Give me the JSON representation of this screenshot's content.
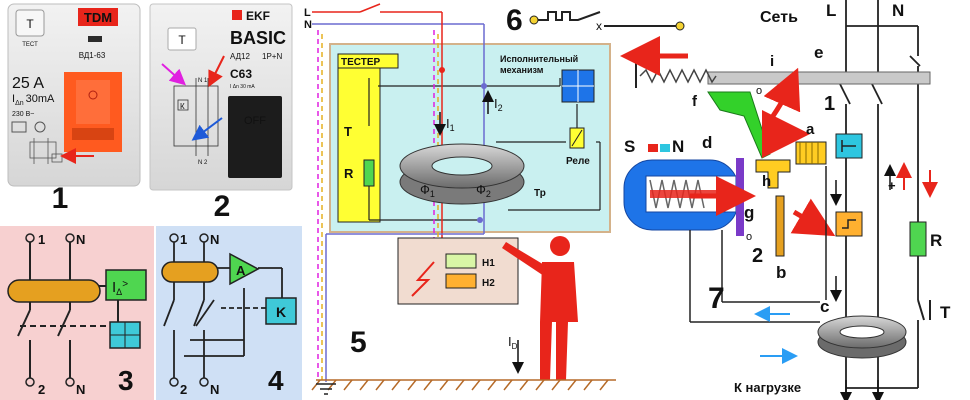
{
  "panel1": {
    "number": "1",
    "brand": "TDM",
    "test_label": "ТЕСТ",
    "model": "ВД1-63",
    "rating": "25 A",
    "leak_prefix": "I",
    "leak_sub": "Δn",
    "leak_value": "30mA",
    "voltage": "230 В~"
  },
  "panel2": {
    "number": "2",
    "brand": "EKF",
    "series": "BASIC",
    "model": "АД12",
    "poles": "1P+N",
    "curve": "C63",
    "leak": "I Δn 30 mA",
    "off_label": "OFF",
    "k_label": "К",
    "n1_label": "N 1",
    "n2_label": "N 2"
  },
  "panel3": {
    "number": "3",
    "label_1": "1",
    "label_n_top": "N",
    "label_2": "2",
    "label_n_bot": "N",
    "sensor_prefix": "I",
    "sensor_sub": "Δ",
    "sensor_symbol": ">"
  },
  "panel4": {
    "number": "4",
    "label_1": "1",
    "label_n_top": "N",
    "label_2": "2",
    "label_n_bot": "N",
    "amp_label": "A",
    "k_label": "K"
  },
  "panel5": {
    "number": "5",
    "label_L": "L",
    "label_N": "N",
    "tester": "ТЕСТЕР",
    "t_label": "Т",
    "r_label": "R",
    "mechanism_line1": "Исполнительный",
    "mechanism_line2": "механизм",
    "i1_prefix": "I",
    "i1_sub": "1",
    "i2_prefix": "I",
    "i2_sub": "2",
    "phi1_prefix": "Ф",
    "phi1_sub": "1",
    "phi2_prefix": "Ф",
    "phi2_sub": "2",
    "relay": "Реле",
    "tr": "Тр",
    "h1": "Н1",
    "h2": "Н2",
    "id_prefix": "I",
    "id_sub": "D"
  },
  "panel6": {
    "number": "6",
    "x_mark": "x"
  },
  "panel7": {
    "number": "7",
    "network": "Сеть",
    "label_L": "L",
    "label_N": "N",
    "label_e": "e",
    "label_i": "i",
    "label_o_top": "o",
    "label_one": "1",
    "label_f": "f",
    "label_a": "a",
    "label_S": "S",
    "label_Np": "N",
    "label_d": "d",
    "label_h": "h",
    "label_g": "g",
    "label_o_bot": "o",
    "label_two": "2",
    "label_b": "b",
    "label_c": "c",
    "label_R": "R",
    "label_T": "T",
    "plus": "+",
    "load": "К нагрузке"
  },
  "colors": {
    "panel3_bg": "#f7d0d0",
    "panel4_bg": "#cfe0f5",
    "panel5_bg": "#c9f0f0",
    "tester_yellow": "#ffff33",
    "coil_blue": "#1e74e8",
    "accent_red": "#e8251b",
    "device_orange": "#ff5a1f",
    "lever_green": "#33d12a",
    "aqua": "#2ec6e0"
  }
}
